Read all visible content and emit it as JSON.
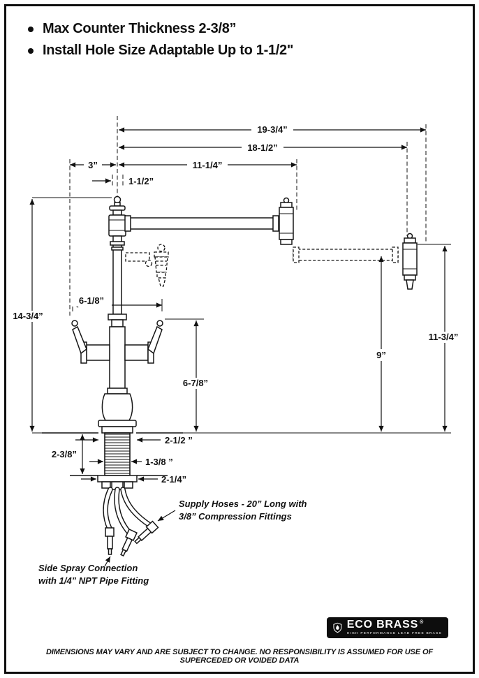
{
  "header": {
    "bullets": [
      "Max Counter Thickness 2-3/8”",
      "Install Hole Size Adaptable Up to 1-1/2\""
    ]
  },
  "dims": {
    "w1934": "19-3/4”",
    "w1812": "18-1/2”",
    "w3": "3”",
    "w1114": "11-1/4”",
    "w112": "1-1/2”",
    "h1434": "14-3/4”",
    "w618": "6-1/8”",
    "h678": "6-7/8”",
    "h9": "9”",
    "h1134": "11-3/4”",
    "w212": "2-1/2 ”",
    "h238": "2-3/8”",
    "w138": "1-3/8 ”",
    "w214": "2-1/4”"
  },
  "notes": {
    "supply_line1": "Supply Hoses - 20” Long with",
    "supply_line2": "3/8” Compression Fittings",
    "spray_line1": "Side Spray Connection",
    "spray_line2": "with 1/4” NPT Pipe Fitting"
  },
  "footer": {
    "brand": "ECO BRASS",
    "brand_mark": "®",
    "tagline": "HIGH PERFORMANCE LEAD FREE BRASS",
    "disclaimer": "DIMENSIONS MAY VARY AND ARE SUBJECT TO CHANGE. NO RESPONSIBILITY IS ASSUMED FOR USE OF SUPERCEDED OR VOIDED DATA"
  }
}
